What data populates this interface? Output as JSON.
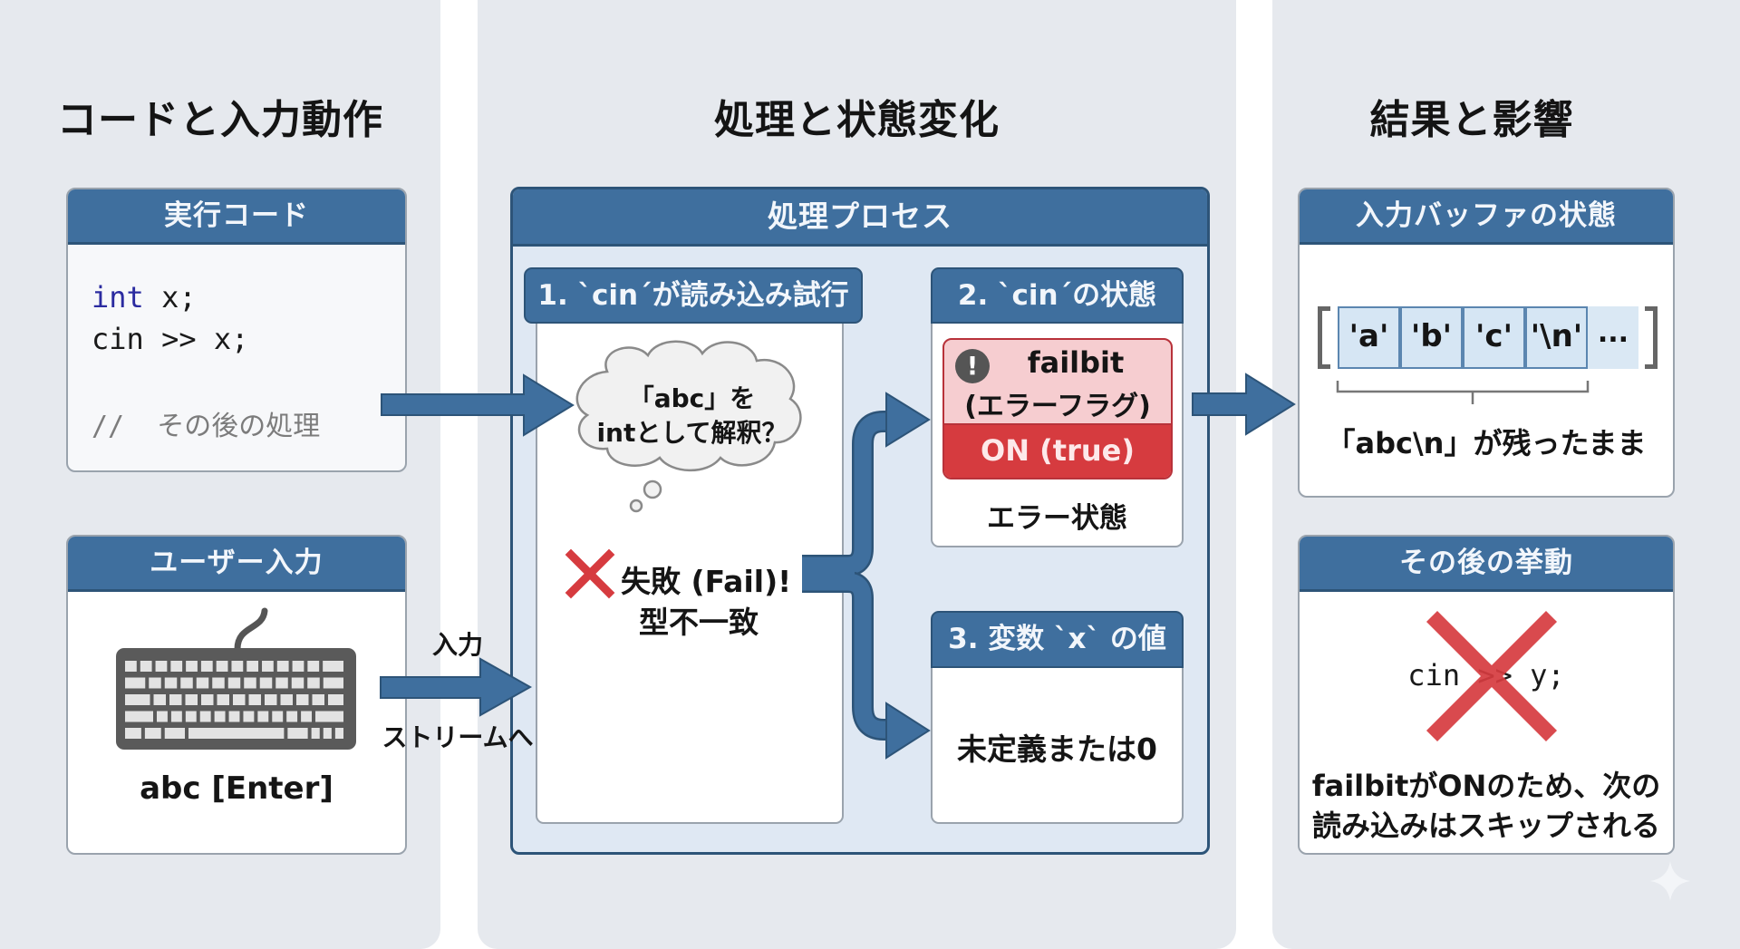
{
  "columns": {
    "left": {
      "title": "コードと入力動作"
    },
    "center": {
      "title": "処理と状態変化"
    },
    "right": {
      "title": "結果と影響"
    }
  },
  "code_card": {
    "header": "実行コード",
    "lines": [
      {
        "keyword": "int",
        "rest": " x;"
      },
      {
        "keyword": "",
        "rest": "cin >> x;"
      }
    ],
    "comment": "//  その後の処理"
  },
  "user_input_card": {
    "header": "ユーザー入力",
    "icon": "keyboard-icon",
    "typed_text": "abc [Enter]"
  },
  "input_arrow": {
    "label_top": "入力",
    "label_bottom": "ストリームへ"
  },
  "process": {
    "header": "処理プロセス",
    "step1": {
      "header": "1. `cin´が読み込み試行",
      "thought_line1": "「abc」を",
      "thought_line2": "intとして解釈？",
      "fail_icon": "cross-icon",
      "fail_line1": "失敗 (Fail)!",
      "fail_line2": "型不一致"
    },
    "step2": {
      "header": "2. `cin´の状態",
      "flag_icon": "exclamation-icon",
      "flag_name": "failbit",
      "flag_desc": "(エラーフラグ)",
      "flag_value": "ON (true)",
      "status": "エラー状態"
    },
    "step3": {
      "header": "3. 変数 `x` の値",
      "value": "未定義または0"
    }
  },
  "buffer_card": {
    "header": "入力バッファの状態",
    "cells": [
      "'a'",
      "'b'",
      "'c'",
      "'\\n'"
    ],
    "more": "...",
    "caption": "「abc\\n」が残ったまま"
  },
  "behavior_card": {
    "header": "その後の挙動",
    "code": "cin >> y;",
    "icon": "cross-out-icon",
    "line1": "failbitがONのため、次の",
    "line2": "読み込みはスキップされる"
  },
  "colors": {
    "header_blue": "#3f6f9e",
    "arrow_blue": "#3f6f9e",
    "error_red": "#d63b3f",
    "error_pink": "#f6cdd0",
    "keyword_blue": "#2b2ba0"
  }
}
